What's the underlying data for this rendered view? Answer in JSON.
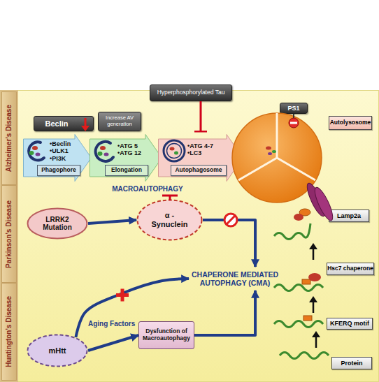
{
  "diagram": {
    "nodes": [
      {
        "text": [
          "Alzheimer's Disease"
        ]
      },
      {
        "text": [
          "Hyperphosphorylated Tau"
        ]
      },
      {
        "text": [
          "PS1"
        ]
      },
      {
        "text": [
          "Beclin"
        ]
      },
      {
        "text": [
          "Increase AV generation"
        ]
      },
      {
        "text": [
          "Autolysosome"
        ]
      },
      {
        "text": [
          "•Beclin",
          "•ULK1",
          "•PI3K"
        ]
      },
      {
        "text": [
          "Phagophore"
        ],
        "in": 6
      },
      {
        "text": [
          "•ATG 5",
          "•ATG 12"
        ]
      },
      {
        "text": [
          "Elongation"
        ],
        "in": 8
      },
      {
        "text": [
          "•ATG 4-7",
          "•LC3"
        ]
      },
      {
        "text": [
          "Autophagosome"
        ],
        "in": 10
      },
      {
        "text": [
          "Lamp2a"
        ]
      },
      {
        "text": [
          "Parkinson's Disease"
        ]
      },
      {
        "text": [
          "LRRK2 Mutation"
        ]
      },
      {
        "text": [
          "α - Synuclein"
        ]
      },
      {
        "text": [
          "CHAPERONE MEDIATED AUTOPHAGY (CMA)"
        ]
      },
      {
        "text": [
          "Hsc7 chaperone"
        ]
      },
      {
        "text": [
          "Huntington's Disease"
        ]
      },
      {
        "text": [
          "mHtt"
        ]
      },
      {
        "text": [
          "Dysfunction of Macroautophagy"
        ]
      },
      {
        "text": [
          "KFERQ motif"
        ]
      },
      {
        "text": [
          "Protein"
        ]
      }
    ],
    "edges": [
      {
        "from": 1,
        "to": 10,
        "arrow": "to"
      },
      {
        "from": 14,
        "to": 15,
        "arrow": "to"
      },
      {
        "from": 15,
        "to": 16,
        "arrow": "to"
      },
      {
        "from": 19,
        "to": 20,
        "arrow": "to",
        "label": "Aging Factors"
      },
      {
        "from": 19,
        "to": 16,
        "arrow": "to"
      },
      {
        "from": 20,
        "to": 16,
        "arrow": "to"
      }
    ],
    "labels": [
      "MACROAUTOPHAGY"
    ]
  }
}
